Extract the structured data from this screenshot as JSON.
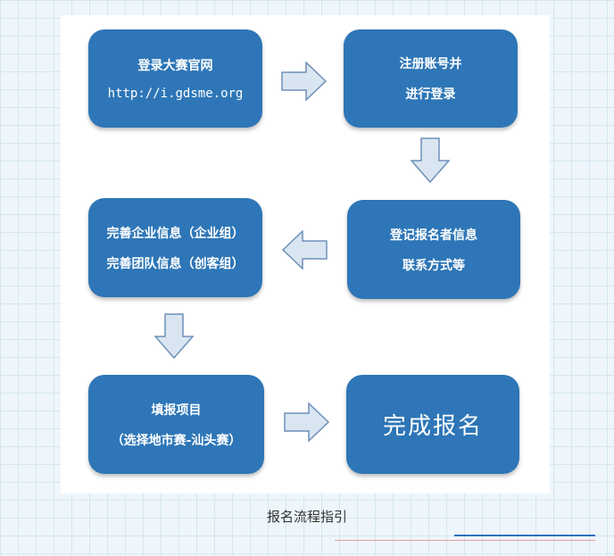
{
  "diagram": {
    "nodes": [
      {
        "id": "login",
        "lines": [
          "登录大赛官网",
          "http://i.gdsme.org"
        ]
      },
      {
        "id": "register",
        "lines": [
          "注册账号并",
          "进行登录"
        ]
      },
      {
        "id": "contact",
        "lines": [
          "登记报名者信息",
          "联系方式等"
        ]
      },
      {
        "id": "info",
        "lines": [
          "完善企业信息（企业组）",
          "完善团队信息（创客组）"
        ]
      },
      {
        "id": "project",
        "lines": [
          "填报项目",
          "（选择地市赛-汕头赛）"
        ]
      },
      {
        "id": "done",
        "lines": [
          "完成报名"
        ]
      }
    ],
    "edges": [
      {
        "from": "login",
        "to": "register"
      },
      {
        "from": "register",
        "to": "contact"
      },
      {
        "from": "contact",
        "to": "info"
      },
      {
        "from": "info",
        "to": "project"
      },
      {
        "from": "project",
        "to": "done"
      }
    ]
  },
  "caption": "报名流程指引",
  "colors": {
    "node": "#2e76b7",
    "arrow_fill": "#d9e6f2",
    "arrow_stroke": "#6e90b8"
  }
}
